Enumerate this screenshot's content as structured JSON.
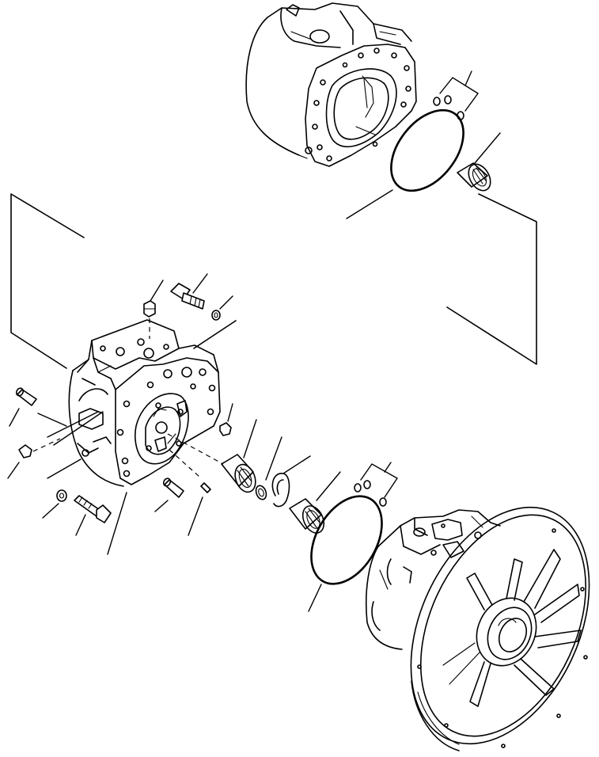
{
  "diagram": {
    "parts": [
      {
        "id": "rear-pump-housing"
      },
      {
        "id": "rear-o-rings-pair"
      },
      {
        "id": "rear-large-o-ring"
      },
      {
        "id": "rear-needle-bearing"
      },
      {
        "id": "center-pump-body"
      },
      {
        "id": "plug-top"
      },
      {
        "id": "mounting-bolt-top"
      },
      {
        "id": "washer-top"
      },
      {
        "id": "plug-side"
      },
      {
        "id": "dowel-pin-left"
      },
      {
        "id": "plug-left"
      },
      {
        "id": "washer-lower"
      },
      {
        "id": "mounting-bolt-lower"
      },
      {
        "id": "dowel-pin-lower"
      },
      {
        "id": "small-pin"
      },
      {
        "id": "roller-bearing"
      },
      {
        "id": "snap-ring-small"
      },
      {
        "id": "snap-ring-large"
      },
      {
        "id": "front-needle-bearing"
      },
      {
        "id": "front-o-rings-pair"
      },
      {
        "id": "front-large-o-ring"
      },
      {
        "id": "front-pump-with-flange"
      }
    ]
  }
}
